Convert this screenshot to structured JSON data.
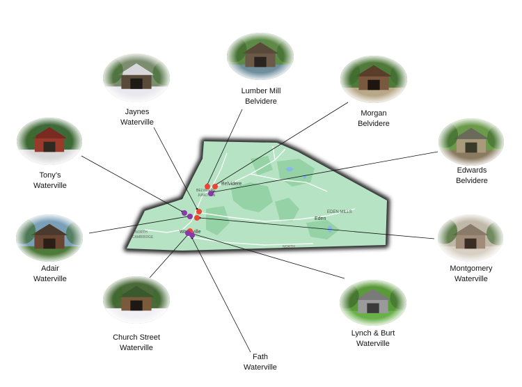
{
  "map": {
    "town_labels": {
      "belvidere": "Belvidere",
      "belvidere_junction_1": "BELVIDERE",
      "belvidere_junction_2": "JUNCTION",
      "eden_mills": "EDEN MILLS",
      "eden": "Eden",
      "north_cambridge_1": "NORTH",
      "north_cambridge_2": "CAMBRIDGE",
      "north": "NORTH",
      "waterville": "Waterville"
    },
    "colors": {
      "land": "#b5e3c3",
      "forest": "#95d2a6",
      "water": "#8ab6e8",
      "road": "#ffffff",
      "outline_shadow": "#3a3a3a",
      "marker_red": "#ee4433",
      "marker_purple": "#8a3aa6"
    }
  },
  "bridges": [
    {
      "id": "lumber-mill",
      "name": "Lumber Mill",
      "town": "Belvidere"
    },
    {
      "id": "jaynes",
      "name": "Jaynes",
      "town": "Waterville"
    },
    {
      "id": "morgan",
      "name": "Morgan",
      "town": "Belvidere"
    },
    {
      "id": "edwards",
      "name": "Edwards",
      "town": "Belvidere"
    },
    {
      "id": "tonys",
      "name": "Tony’s",
      "town": "Waterville"
    },
    {
      "id": "adair",
      "name": "Adair",
      "town": "Waterville"
    },
    {
      "id": "montgomery",
      "name": "Montgomery",
      "town": "Waterville"
    },
    {
      "id": "church-street",
      "name": "Church Street",
      "town": "Waterville"
    },
    {
      "id": "lynch-burt",
      "name": "Lynch & Burt",
      "town": "Waterville"
    },
    {
      "id": "fath",
      "name": "Fath",
      "town": "Waterville"
    }
  ]
}
